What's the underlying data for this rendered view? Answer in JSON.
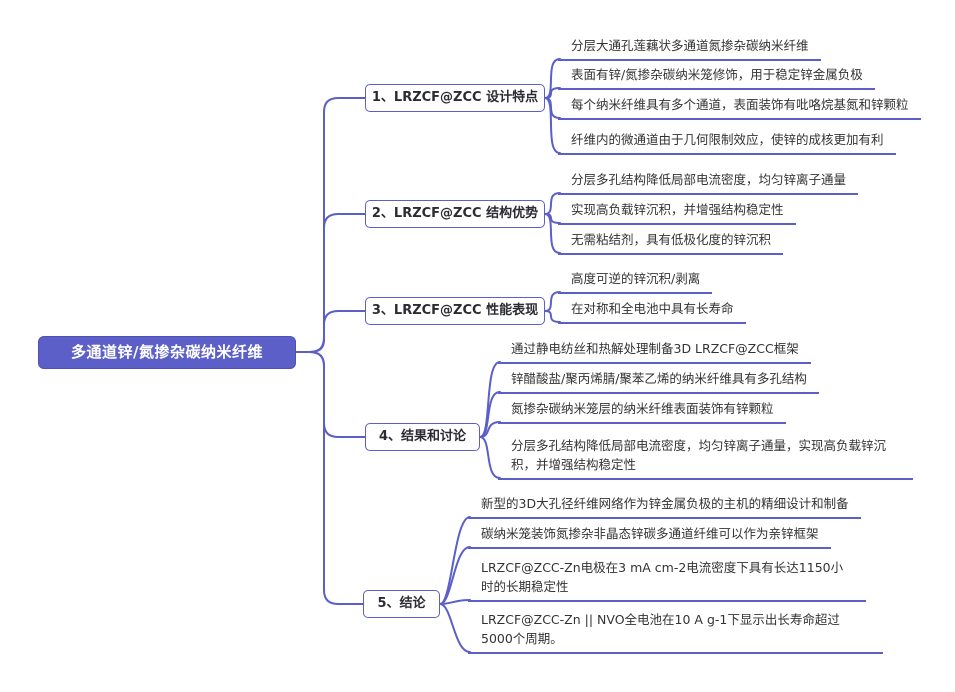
{
  "colors": {
    "accent": "#5b5fc7",
    "root_fill": "#5b5fc7",
    "root_text": "#ffffff",
    "leaf_text": "#333333"
  },
  "root": {
    "label": "多通道锌/氮掺杂碳纳米纤维"
  },
  "branches": [
    {
      "label": "1、LRZCF@ZCC 设计特点",
      "leaves": [
        "分层大通孔莲藕状多通道氮掺杂碳纳米纤维",
        "表面有锌/氮掺杂碳纳米笼修饰，用于稳定锌金属负极",
        "每个纳米纤维具有多个通道，表面装饰有吡咯烷基氮和锌颗粒",
        "纤维内的微通道由于几何限制效应，使锌的成核更加有利"
      ]
    },
    {
      "label": "2、LRZCF@ZCC 结构优势",
      "leaves": [
        "分层多孔结构降低局部电流密度，均匀锌离子通量",
        "实现高负载锌沉积，并增强结构稳定性",
        "无需粘结剂，具有低极化度的锌沉积"
      ]
    },
    {
      "label": "3、LRZCF@ZCC 性能表现",
      "leaves": [
        "高度可逆的锌沉积/剥离",
        "在对称和全电池中具有长寿命"
      ]
    },
    {
      "label": "4、结果和讨论",
      "leaves": [
        "通过静电纺丝和热解处理制备3D LRZCF@ZCC框架",
        "锌醋酸盐/聚丙烯腈/聚苯乙烯的纳米纤维具有多孔结构",
        "氮掺杂碳纳米笼层的纳米纤维表面装饰有锌颗粒",
        "分层多孔结构降低局部电流密度，均匀锌离子通量，实现高负载锌沉积，并增强结构稳定性"
      ]
    },
    {
      "label": "5、结论",
      "leaves": [
        "新型的3D大孔径纤维网络作为锌金属负极的主机的精细设计和制备",
        "碳纳米笼装饰氮掺杂非晶态锌碳多通道纤维可以作为亲锌框架",
        "LRZCF@ZCC-Zn电极在3 mA cm-2电流密度下具有长达1150小时的长期稳定性",
        "LRZCF@ZCC-Zn || NVO全电池在10 A g-1下显示出长寿命超过5000个周期。"
      ]
    }
  ]
}
